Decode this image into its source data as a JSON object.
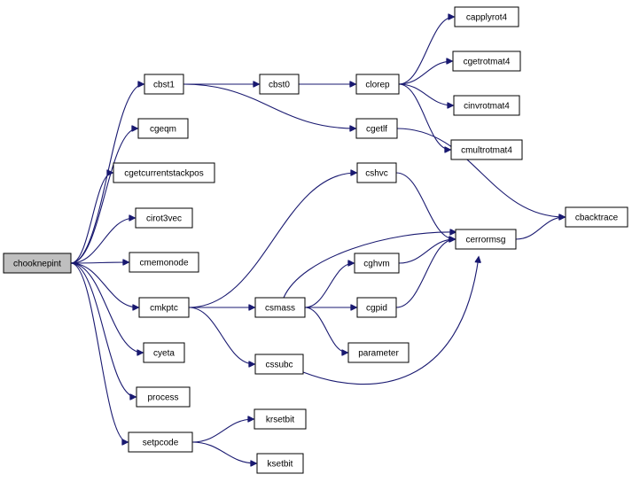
{
  "graph": {
    "colors": {
      "edge": "#191970",
      "root_fill": "#bfbfbf",
      "node_fill": "#ffffff",
      "node_border": "#000000"
    },
    "nodes": {
      "chooknepint": {
        "label": "chooknepint",
        "root": true
      },
      "cbst1": {
        "label": "cbst1"
      },
      "cgeqm": {
        "label": "cgeqm"
      },
      "cgetcurrentstackpos": {
        "label": "cgetcurrentstackpos"
      },
      "cirot3vec": {
        "label": "cirot3vec"
      },
      "cmemonode": {
        "label": "cmemonode"
      },
      "cmkptc": {
        "label": "cmkptc"
      },
      "cyeta": {
        "label": "cyeta"
      },
      "process": {
        "label": "process"
      },
      "setpcode": {
        "label": "setpcode"
      },
      "cbst0": {
        "label": "cbst0"
      },
      "cgetlf": {
        "label": "cgetlf"
      },
      "clorep": {
        "label": "clorep"
      },
      "capplyrot4": {
        "label": "capplyrot4"
      },
      "cgetrotmat4": {
        "label": "cgetrotmat4"
      },
      "cinvrotmat4": {
        "label": "cinvrotmat4"
      },
      "cmultrotmat4": {
        "label": "cmultrotmat4"
      },
      "cbacktrace": {
        "label": "cbacktrace"
      },
      "cshvc": {
        "label": "cshvc"
      },
      "csmass": {
        "label": "csmass"
      },
      "cssubc": {
        "label": "cssubc"
      },
      "cerrormsg": {
        "label": "cerrormsg"
      },
      "cghvm": {
        "label": "cghvm"
      },
      "cgpid": {
        "label": "cgpid"
      },
      "parameter": {
        "label": "parameter"
      },
      "krsetbit": {
        "label": "krsetbit"
      },
      "ksetbit": {
        "label": "ksetbit"
      }
    },
    "edges": [
      [
        "chooknepint",
        "cbst1"
      ],
      [
        "chooknepint",
        "cgeqm"
      ],
      [
        "chooknepint",
        "cgetcurrentstackpos"
      ],
      [
        "chooknepint",
        "cirot3vec"
      ],
      [
        "chooknepint",
        "cmemonode"
      ],
      [
        "chooknepint",
        "cmkptc"
      ],
      [
        "chooknepint",
        "cyeta"
      ],
      [
        "chooknepint",
        "process"
      ],
      [
        "chooknepint",
        "setpcode"
      ],
      [
        "cbst1",
        "cbst0"
      ],
      [
        "cbst1",
        "cgetlf"
      ],
      [
        "cbst0",
        "clorep"
      ],
      [
        "clorep",
        "capplyrot4"
      ],
      [
        "clorep",
        "cgetrotmat4"
      ],
      [
        "clorep",
        "cinvrotmat4"
      ],
      [
        "clorep",
        "cmultrotmat4"
      ],
      [
        "cgetlf",
        "cbacktrace"
      ],
      [
        "cmkptc",
        "cshvc"
      ],
      [
        "cmkptc",
        "csmass"
      ],
      [
        "cmkptc",
        "cssubc"
      ],
      [
        "cshvc",
        "cerrormsg"
      ],
      [
        "csmass",
        "cerrormsg"
      ],
      [
        "csmass",
        "cghvm"
      ],
      [
        "csmass",
        "cgpid"
      ],
      [
        "csmass",
        "parameter"
      ],
      [
        "cssubc",
        "cerrormsg"
      ],
      [
        "cghvm",
        "cerrormsg"
      ],
      [
        "cgpid",
        "cerrormsg"
      ],
      [
        "cerrormsg",
        "cbacktrace"
      ],
      [
        "setpcode",
        "krsetbit"
      ],
      [
        "setpcode",
        "ksetbit"
      ]
    ]
  }
}
